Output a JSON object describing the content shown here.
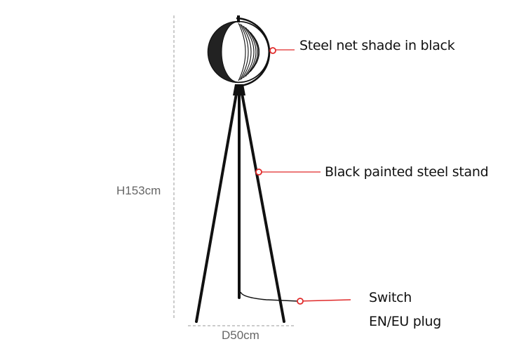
{
  "dimensions": {
    "height_label": "H153cm",
    "diameter_label": "D50cm"
  },
  "callouts": [
    {
      "label": "Steel net shade in black"
    },
    {
      "label": "Black painted steel stand"
    },
    {
      "label": "Switch"
    },
    {
      "label": "EN/EU plug"
    }
  ],
  "colors": {
    "accent": "#e02a2a",
    "lamp": "#111111",
    "dimension_line": "#999999",
    "dimension_text": "#666666"
  }
}
